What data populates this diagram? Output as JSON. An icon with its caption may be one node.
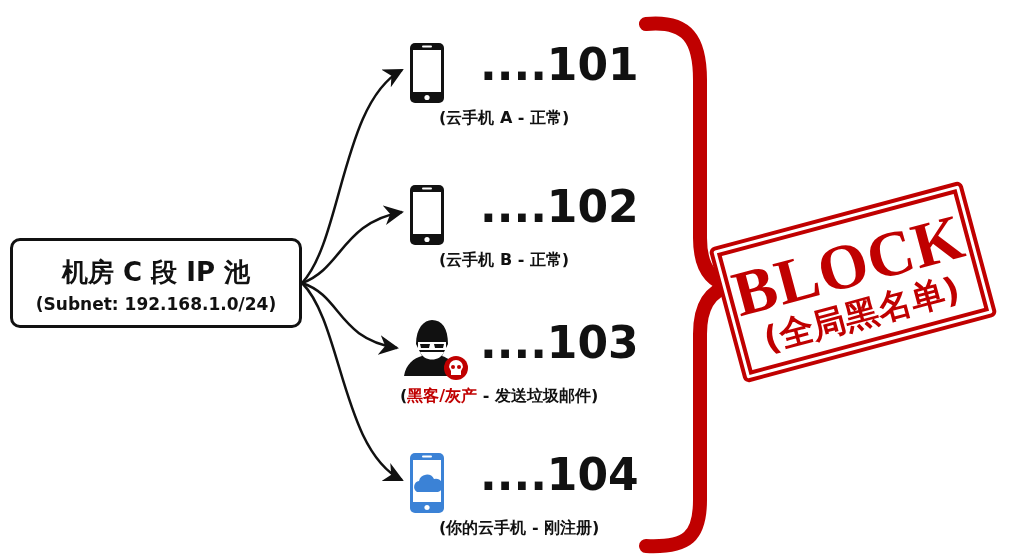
{
  "diagram": {
    "nodes": [
      {
        "text": [
          "机房 C 段 IP 池",
          "(Subnet: 192.168.1.0/24)"
        ]
      },
      {
        "text": [
          "....101",
          "(云手机 A - 正常)"
        ]
      },
      {
        "text": [
          "....102",
          "(云手机 B - 正常)"
        ]
      },
      {
        "text": [
          "....103",
          "(**黑客/灰产** - 发送垃圾邮件)"
        ]
      },
      {
        "text": [
          "....104",
          "(你的云手机 - 刚注册)"
        ]
      },
      {
        "text": [
          "BLOCK",
          "(全局黑名单)"
        ]
      }
    ],
    "edges": [
      {
        "from": 0,
        "to": 1,
        "arrow": "to"
      },
      {
        "from": 0,
        "to": 2,
        "arrow": "to"
      },
      {
        "from": 0,
        "to": 3,
        "arrow": "to"
      },
      {
        "from": 0,
        "to": 4,
        "arrow": "to"
      }
    ]
  }
}
